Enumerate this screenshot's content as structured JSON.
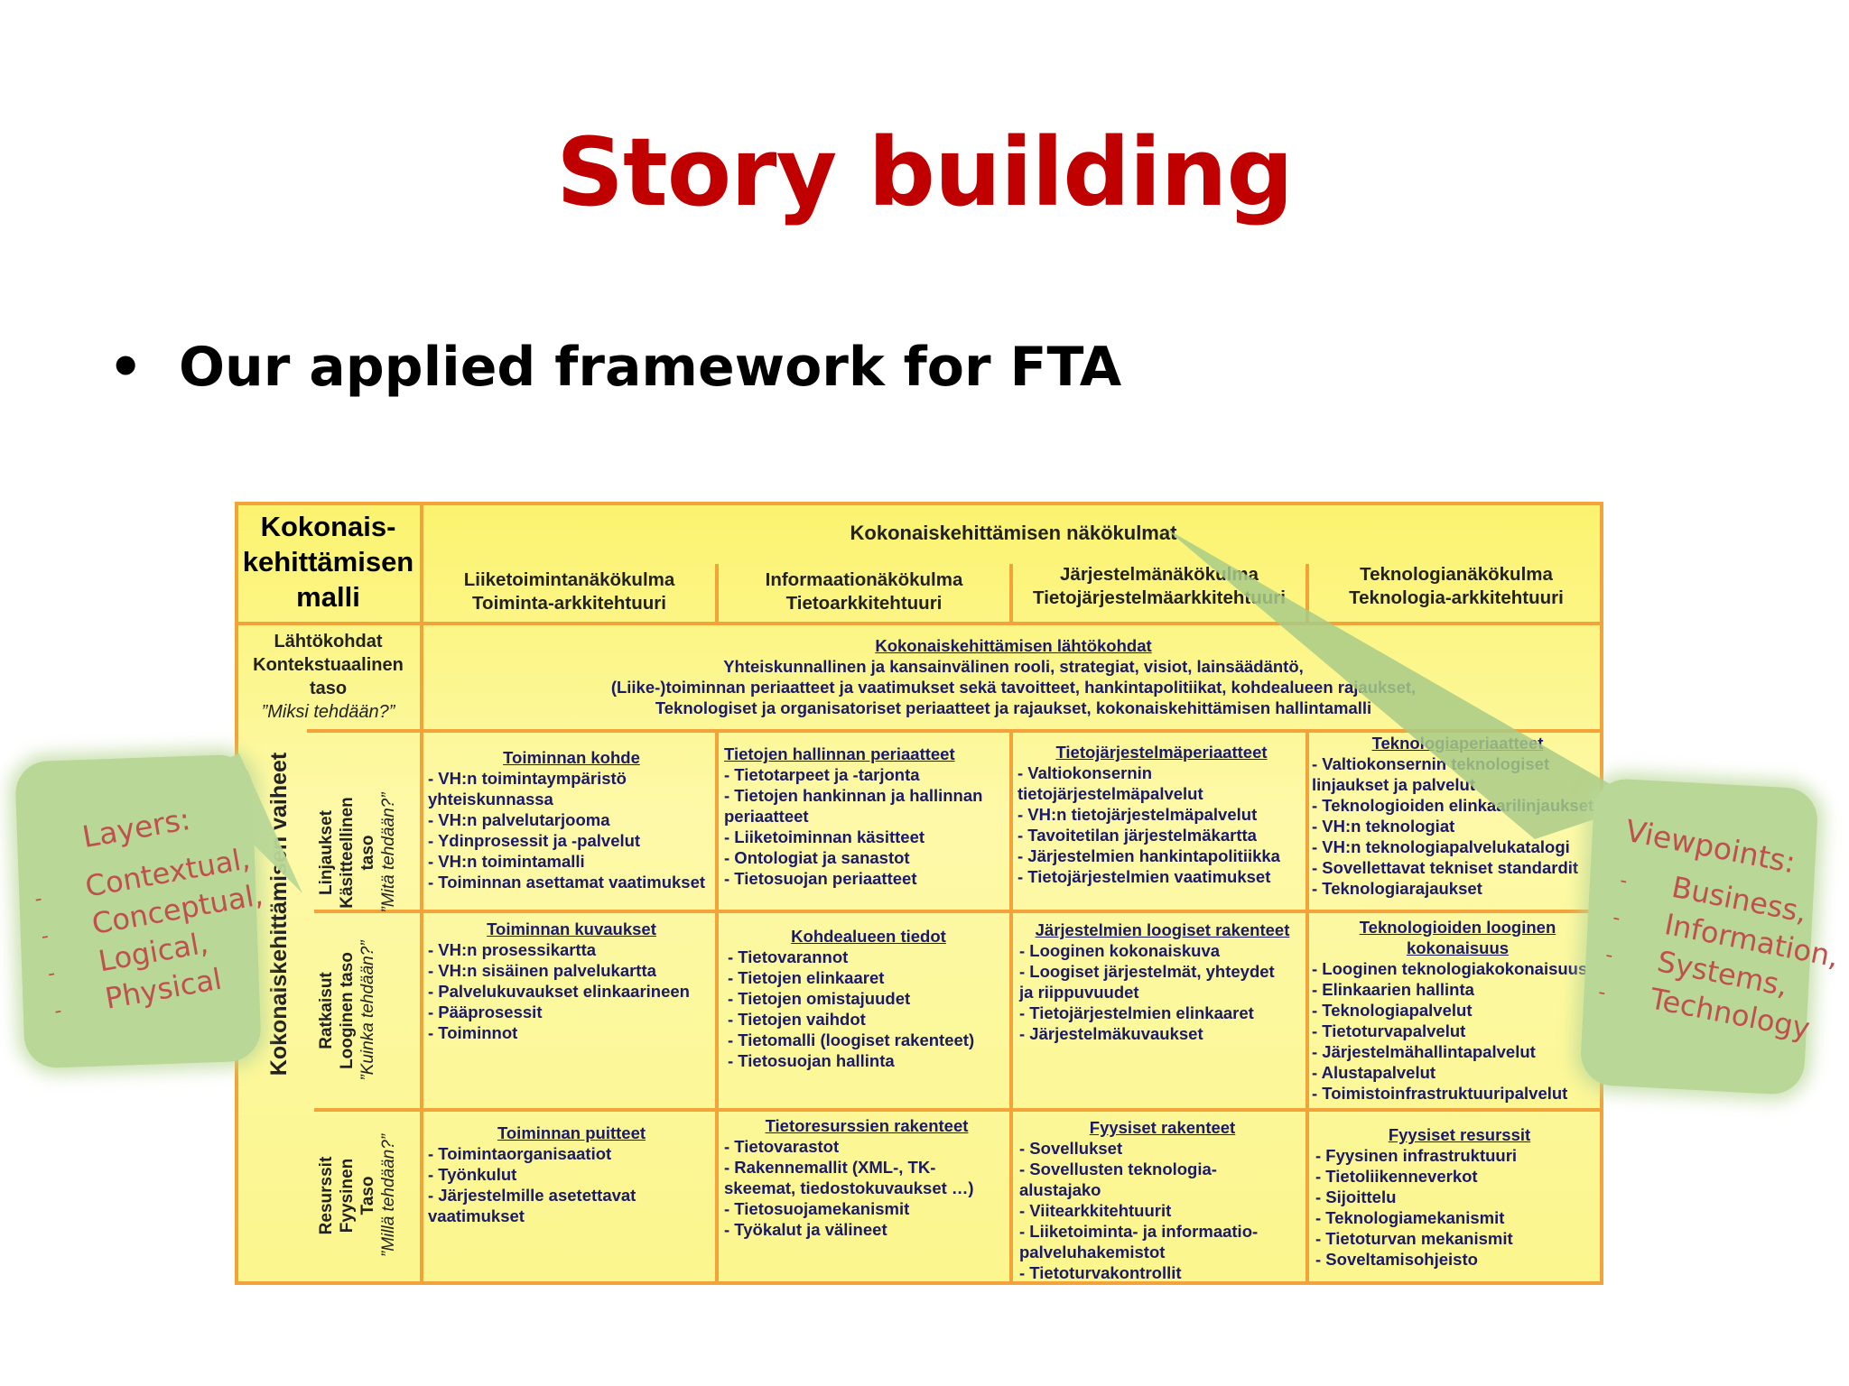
{
  "slide": {
    "title": "Story building",
    "bullet": "Our applied framework for FTA"
  },
  "table": {
    "corner": [
      "Kokonais-",
      "kehittämisen",
      "malli"
    ],
    "top_header": "Kokonaiskehittämisen näkökulmat",
    "columns": [
      {
        "line1": "Liiketoimintanäkökulma",
        "line2": "Toiminta-arkkitehtuuri"
      },
      {
        "line1": "Informaationäkökulma",
        "line2": "Tietoarkkitehtuuri"
      },
      {
        "line1": "Järjestelmänäkökulma",
        "line2": "Tietojärjestelmäarkkitehtuuri"
      },
      {
        "line1": "Teknologianäkökulma",
        "line2": "Teknologia-arkkitehtuuri"
      }
    ],
    "context_label": [
      "Lähtökohdat",
      "Kontekstuaalinen",
      "taso"
    ],
    "context_question": "”Miksi tehdään?”",
    "context_title": "Kokonaiskehittämisen lähtökohdat",
    "context_lines": [
      "Yhteiskunnallinen ja kansainvälinen rooli, strategiat, visiot, lainsäädäntö,",
      "(Liike-)toiminnan periaatteet ja vaatimukset sekä tavoitteet, hankintapolitiikat, kohdealueen rajaukset,",
      "Teknologiset ja organisatoriset periaatteet ja rajaukset, kokonaiskehittämisen hallintamalli"
    ],
    "vertical_label": "Kokonaiskehittämisen vaiheet",
    "rows": [
      {
        "label": [
          "Linjaukset",
          "Käsitteellinen",
          "taso"
        ],
        "question": "”Mitä tehdään?”",
        "cells": [
          {
            "title": "Toiminnan kohde",
            "items": [
              "- VH:n toimintaympäristö",
              "yhteiskunnassa",
              "- VH:n palvelutarjooma",
              "- Ydinprosessit ja -palvelut",
              "- VH:n toimintamalli",
              "- Toiminnan asettamat vaatimukset"
            ]
          },
          {
            "title": "Tietojen hallinnan periaatteet",
            "items": [
              "- Tietotarpeet ja -tarjonta",
              "- Tietojen hankinnan ja hallinnan",
              "periaatteet",
              "- Liiketoiminnan käsitteet",
              "- Ontologiat ja sanastot",
              "- Tietosuojan periaatteet"
            ]
          },
          {
            "title": "Tietojärjestelmäperiaatteet",
            "items": [
              "- Valtiokonsernin",
              "tietojärjestelmäpalvelut",
              "- VH:n tietojärjestelmäpalvelut",
              "- Tavoitetilan järjestelmäkartta",
              "- Järjestelmien hankintapolitiikka",
              "- Tietojärjestelmien vaatimukset"
            ]
          },
          {
            "title": "Teknologiaperiaatteet",
            "items": [
              "- Valtiokonsernin teknologiset",
              "linjaukset ja palvelut",
              "- Teknologioiden elinkaarilinjaukset",
              "- VH:n teknologiat",
              "- VH:n teknologiapalvelukatalogi",
              "- Sovellettavat tekniset standardit",
              "- Teknologiarajaukset"
            ]
          }
        ]
      },
      {
        "label": [
          "Ratkaisut",
          "Looginen taso"
        ],
        "question": "”Kuinka tehdään?”",
        "cells": [
          {
            "title": "Toiminnan kuvaukset",
            "items": [
              "- VH:n prosessikartta",
              "- VH:n sisäinen palvelukartta",
              "- Palvelukuvaukset elinkaarineen",
              "- Pääprosessit",
              "- Toiminnot"
            ]
          },
          {
            "title": "Kohdealueen tiedot",
            "items": [
              "- Tietovarannot",
              "- Tietojen elinkaaret",
              "- Tietojen omistajuudet",
              "- Tietojen vaihdot",
              "- Tietomalli (loogiset rakenteet)",
              "- Tietosuojan hallinta"
            ]
          },
          {
            "title": "Järjestelmien loogiset rakenteet",
            "items": [
              "- Looginen kokonaiskuva",
              "- Loogiset järjestelmät, yhteydet",
              "ja riippuvuudet",
              "- Tietojärjestelmien elinkaaret",
              "- Järjestelmäkuvaukset"
            ]
          },
          {
            "title": "Teknologioiden looginen kokonaisuus",
            "items": [
              "- Looginen teknologiakokonaisuus",
              "- Elinkaarien hallinta",
              "- Teknologiapalvelut",
              "- Tietoturvapalvelut",
              "- Järjestelmähallintapalvelut",
              "- Alustapalvelut",
              "- Toimistoinfrastruktuuripalvelut"
            ]
          }
        ]
      },
      {
        "label": [
          "Resurssit",
          "Fyysinen",
          "Taso"
        ],
        "question": "”Millä tehdään?”",
        "cells": [
          {
            "title": "Toiminnan puitteet",
            "items": [
              "-  Toimintaorganisaatiot",
              "- Työnkulut",
              "- Järjestelmille asetettavat",
              "vaatimukset"
            ]
          },
          {
            "title": "Tietoresurssien rakenteet",
            "items": [
              "- Tietovarastot",
              "- Rakennemallit (XML-, TK-",
              "skeemat, tiedostokuvaukset …)",
              "- Tietosuojamekanismit",
              "- Työkalut ja välineet"
            ]
          },
          {
            "title": "Fyysiset rakenteet",
            "items": [
              "- Sovellukset",
              "- Sovellusten teknologia-",
              "alustajako",
              "- Viitearkkitehtuurit",
              "- Liiketoiminta- ja informaatio-",
              "palveluhakemistot",
              "- Tietoturvakontrollit"
            ]
          },
          {
            "title": "Fyysiset resurssit",
            "items": [
              "- Fyysinen infrastruktuuri",
              "- Tietoliikenneverkot",
              "- Sijoittelu",
              "- Teknologiamekanismit",
              "- Tietoturvan mekanismit",
              "- Soveltamisohjeisto"
            ]
          }
        ]
      }
    ]
  },
  "callouts": {
    "layers": {
      "title": "Layers:",
      "items": [
        "Contextual,",
        "Conceptual,",
        "Logical,",
        "Physical"
      ],
      "bullet": "-"
    },
    "viewpoints": {
      "title": "Viewpoints:",
      "items": [
        "Business,",
        "Information,",
        "Systems,",
        "Technology"
      ],
      "bullet": "-"
    }
  },
  "colors": {
    "title": "#c00000",
    "table_bg": "#fbf58a",
    "table_border": "#f2a33a",
    "callout_bg": "#b9d797",
    "callout_text": "#c0504d",
    "cell_text": "#1a1a66"
  }
}
